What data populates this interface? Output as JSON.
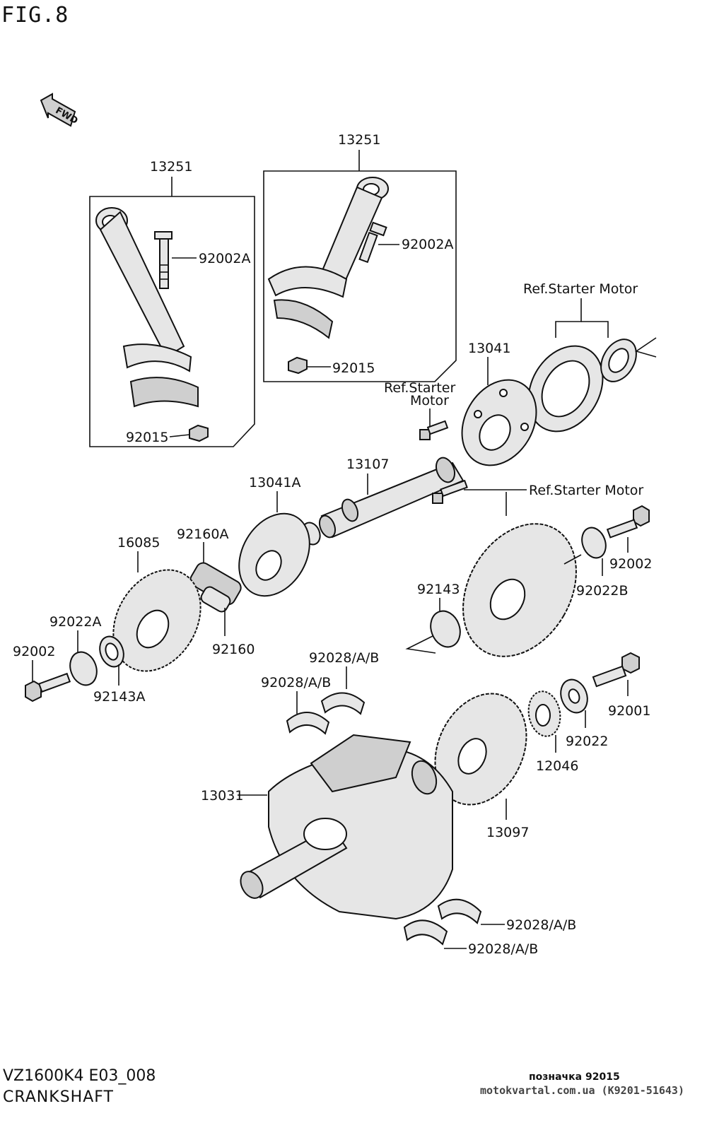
{
  "figure": {
    "title": "FIG.8",
    "fwd_label": "FWD"
  },
  "labels": {
    "rod_left": "13251",
    "rod_right": "13251",
    "bolt_left": "92002A",
    "bolt_right": "92002A",
    "nut_right": "92015",
    "nut_left": "92015",
    "ref_starter_top": "Ref.Starter Motor",
    "ref_starter_mid_1": "Ref.Starter",
    "ref_starter_mid_2": "Motor",
    "ref_starter_low": "Ref.Starter Motor",
    "clutch_housing": "13041",
    "shaft": "13107",
    "damper_hub": "13041A",
    "damper_a": "92160A",
    "damper": "92160",
    "gear_left": "16085",
    "collar_a": "92022A",
    "bolt_92002_left": "92002",
    "bush_a": "92143A",
    "bush": "92143",
    "collar_b": "92022B",
    "bolt_92002_right": "92002",
    "bearing_1": "92028/A/B",
    "bearing_2": "92028/A/B",
    "bolt_92001": "92001",
    "washer": "92022",
    "gear_small": "12046",
    "crankshaft": "13031",
    "gear_large": "13097",
    "bearing_3": "92028/A/B",
    "bearing_4": "92028/A/B"
  },
  "footer": {
    "model": "VZ1600K4 E03_008",
    "name": "CRANKSHAFT",
    "note": "позначка 92015",
    "site": "motokvartal.com.ua (K9201-51643)"
  }
}
